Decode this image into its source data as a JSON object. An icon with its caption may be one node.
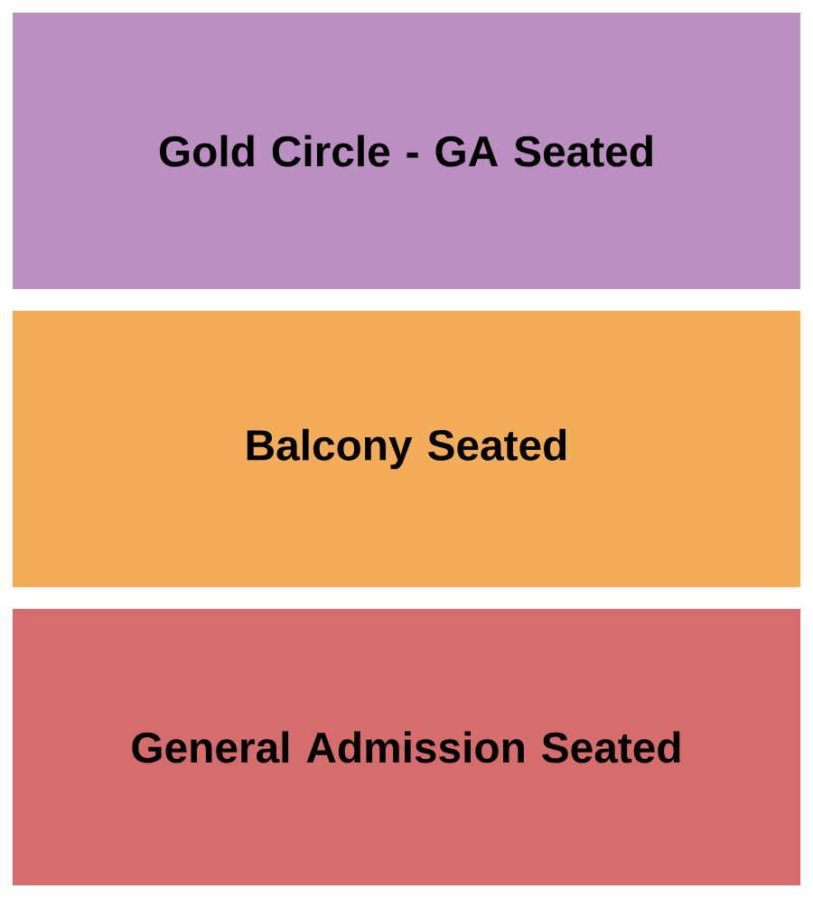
{
  "diagram": {
    "nodes": [
      {
        "text": [
          "Gold Circle - GA Seated"
        ]
      },
      {
        "text": [
          "Balcony Seated"
        ]
      },
      {
        "text": [
          "General Admission Seated"
        ]
      }
    ]
  }
}
